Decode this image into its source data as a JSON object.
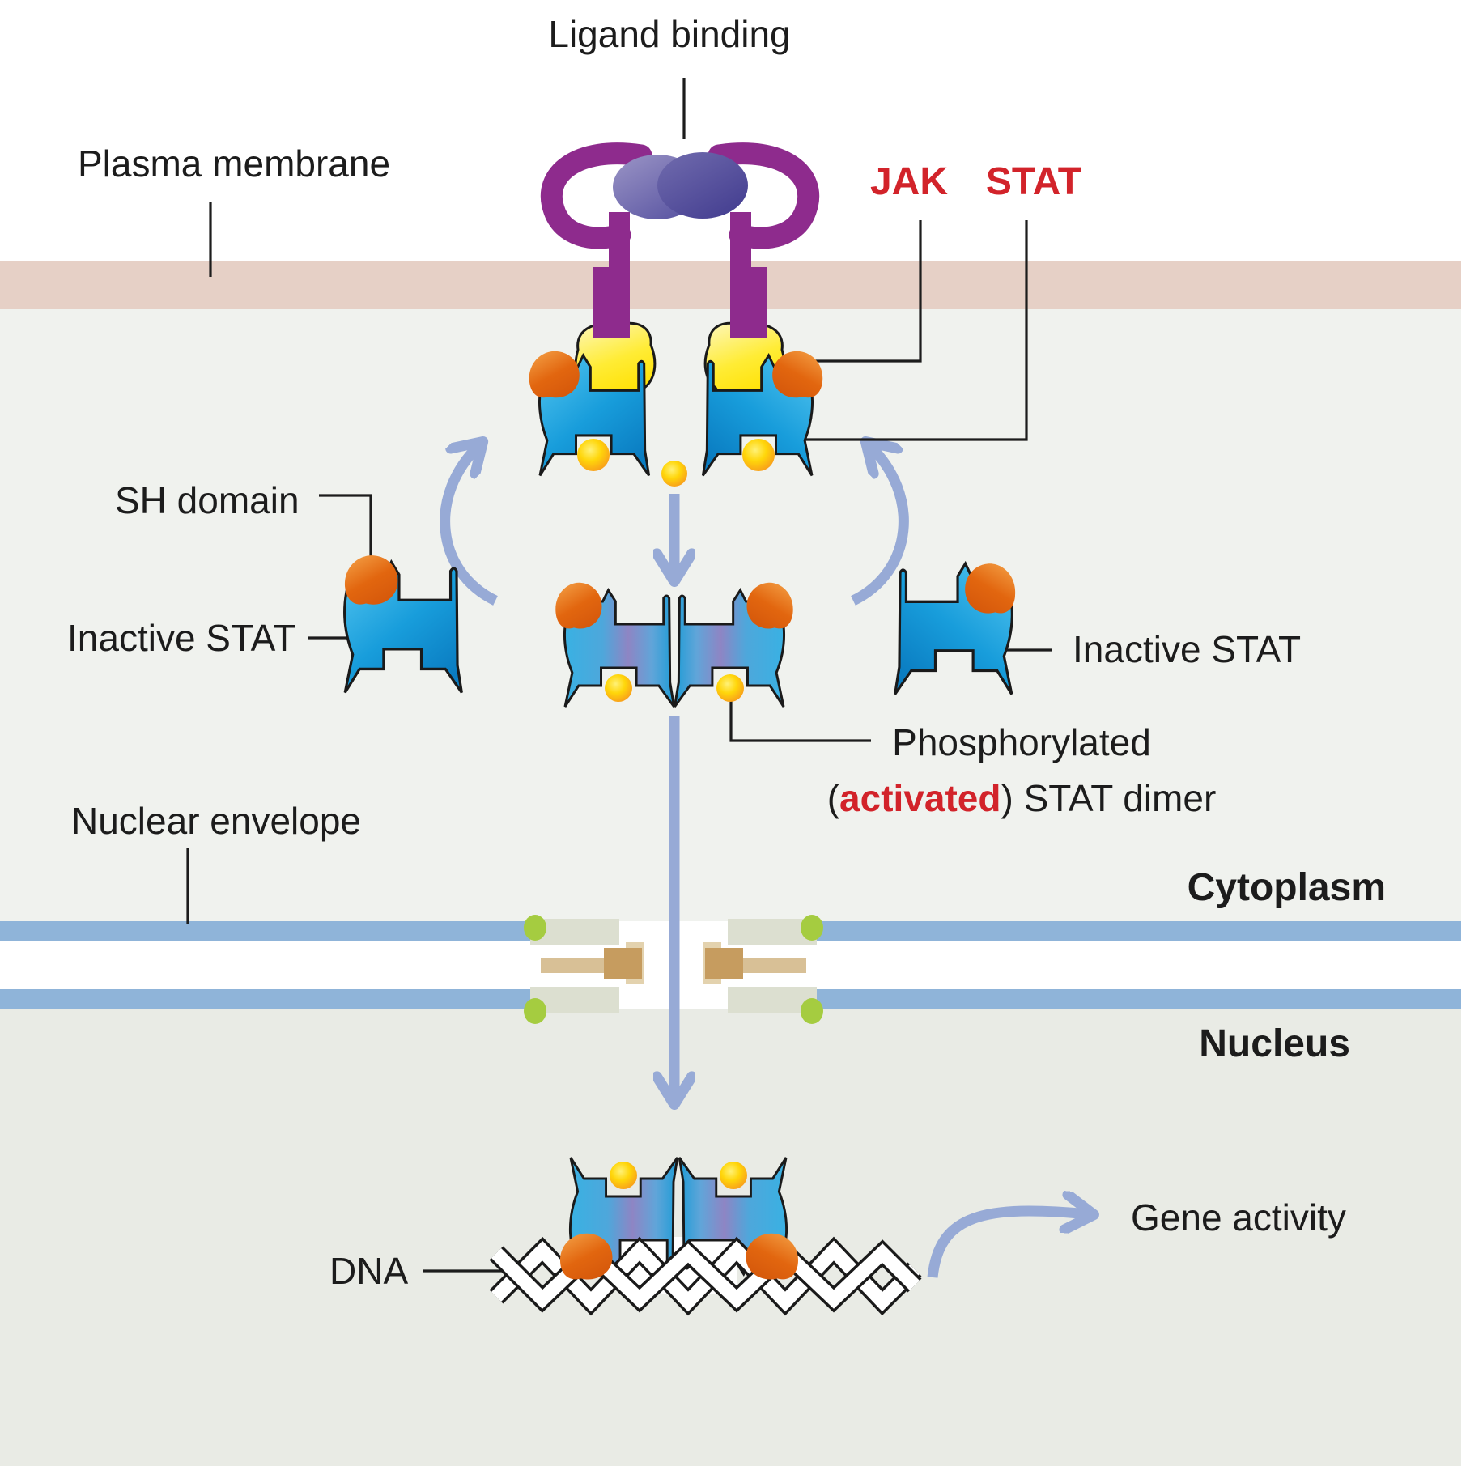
{
  "diagram": {
    "labels": {
      "ligand_binding": "Ligand binding",
      "plasma_membrane": "Plasma membrane",
      "jak": "JAK",
      "stat": "STAT",
      "sh_domain": "SH domain",
      "inactive_stat_left": "Inactive STAT",
      "inactive_stat_right": "Inactive STAT",
      "phospho_line1": "Phosphorylated",
      "phospho_open": "(",
      "phospho_activated": "activated",
      "phospho_rest": ") STAT dimer",
      "nuclear_envelope": "Nuclear envelope",
      "cytoplasm": "Cytoplasm",
      "nucleus": "Nucleus",
      "dna": "DNA",
      "gene_activity": "Gene activity"
    },
    "palette": {
      "membrane": "#e6d0c6",
      "cytoplasm_bg": "#f0f2ee",
      "nucleus_bg": "#e9ebe5",
      "envelope": "#8fb4d9",
      "receptor_purple": "#8e2b8d",
      "jak_yellow": "#ffe20a",
      "stat_blue": "#0a7cc1",
      "dimer_purple": "#8e85c4",
      "sh_orange": "#e2660f",
      "phosphate_yellow": "#ffd60a",
      "arrow_blue": "#97aad6",
      "pore_green": "#a5cc40",
      "pore_tan": "#c69c5f",
      "label_black": "#1c1c1c",
      "label_red": "#d2232a"
    }
  }
}
